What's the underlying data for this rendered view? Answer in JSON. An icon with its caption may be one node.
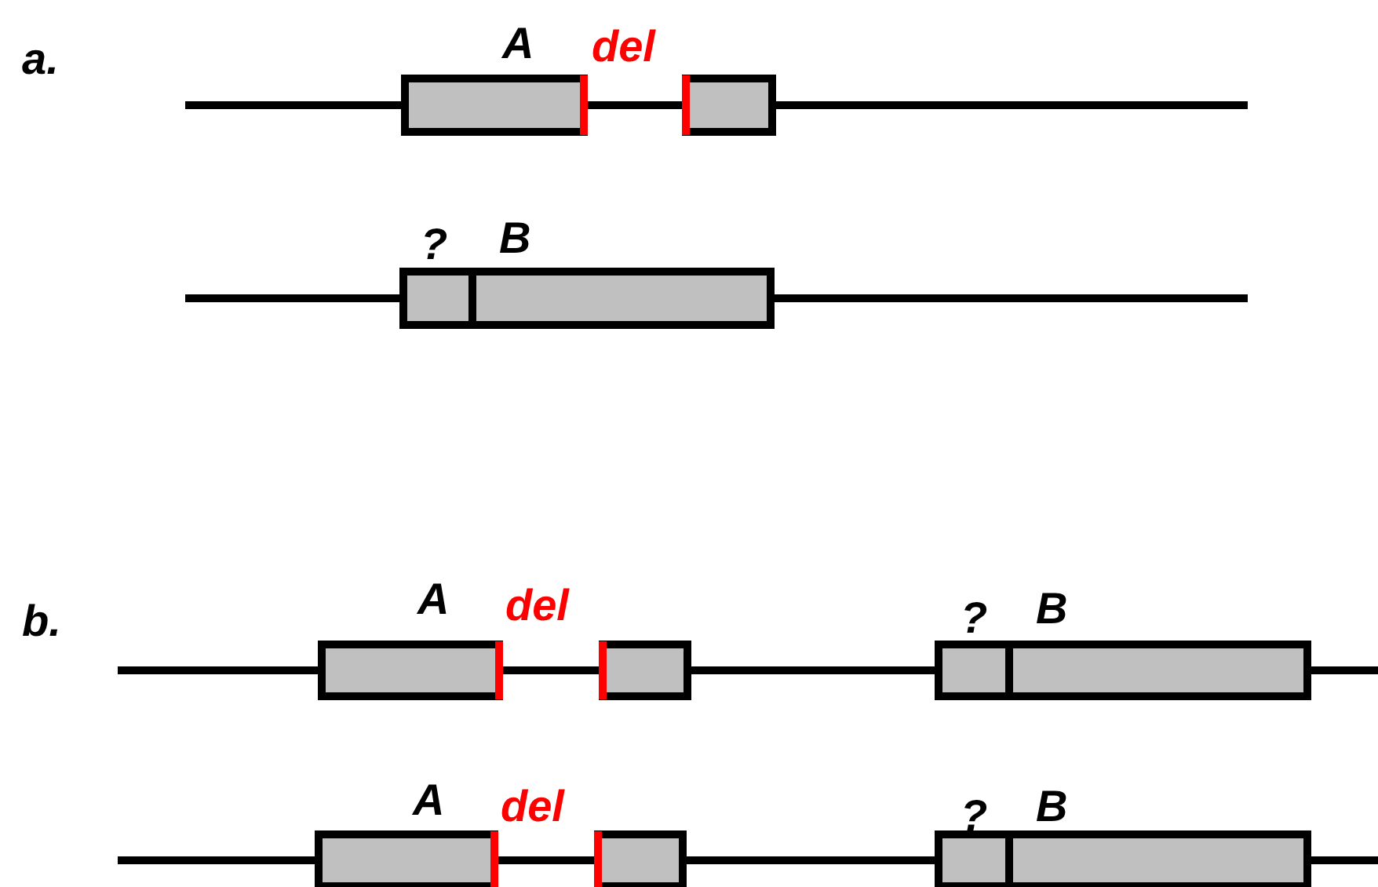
{
  "diagram": {
    "labels": [
      "a.",
      "A",
      "del",
      "?",
      "B",
      "b.",
      "A",
      "del",
      "?",
      "B",
      "A",
      "del",
      "?",
      "B"
    ]
  }
}
